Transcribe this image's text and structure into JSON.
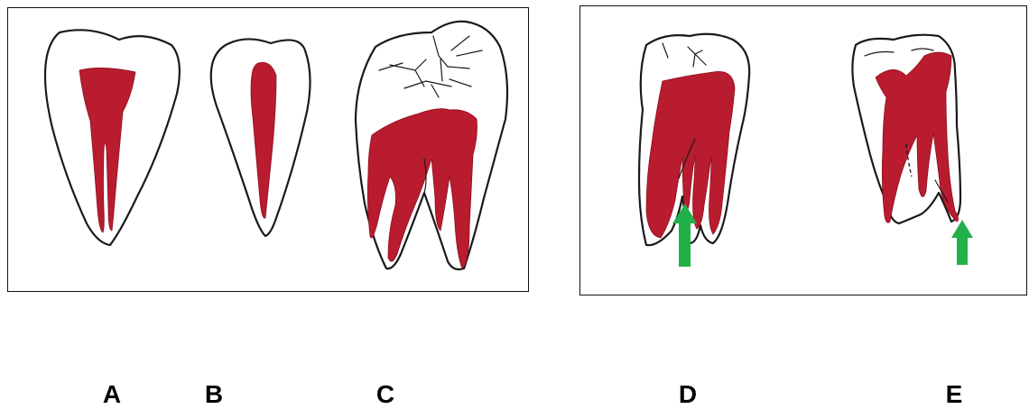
{
  "labels": {
    "a": "A",
    "b": "B",
    "c": "C",
    "d": "D",
    "e": "E"
  },
  "colors": {
    "pulp": "#b81c2e",
    "arrow": "#22b04a",
    "outline": "#1a1a1a"
  }
}
